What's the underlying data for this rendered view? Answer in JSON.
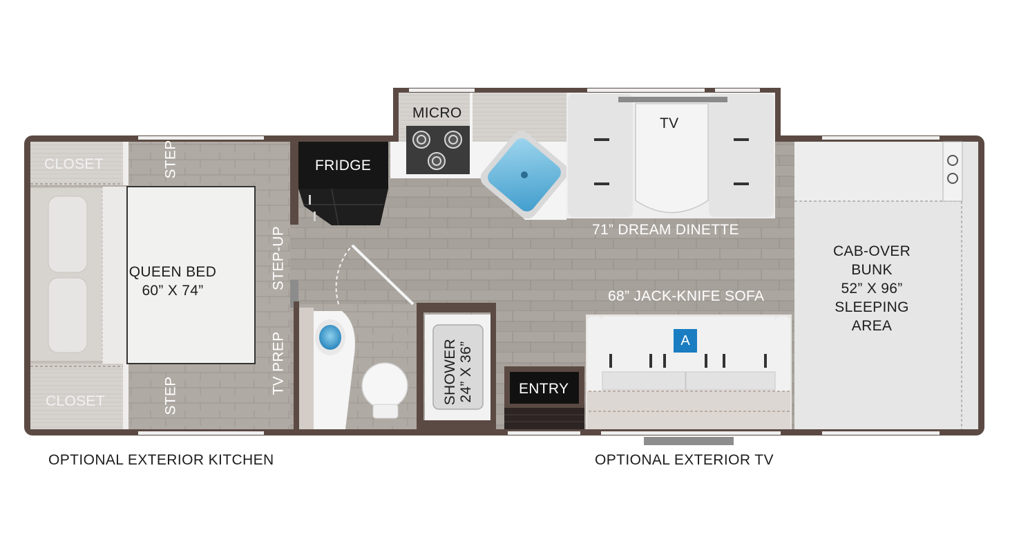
{
  "rooms": {
    "closet_top": "CLOSET",
    "closet_bottom": "CLOSET",
    "step_top": "STEP",
    "step_bottom": "STEP",
    "queen_bed_line1": "QUEEN BED",
    "queen_bed_line2": "60” X 74”",
    "step_up": "STEP-UP",
    "tv_prep": "TV PREP",
    "fridge": "FRIDGE",
    "micro": "MICRO",
    "tv": "TV",
    "dinette": "71” DREAM DINETTE",
    "sofa": "68” JACK-KNIFE SOFA",
    "sofa_badge": "A",
    "shower_line1": "SHOWER",
    "shower_line2": "24” X 36”",
    "entry": "ENTRY",
    "bunk_line1": "CAB-OVER",
    "bunk_line2": "BUNK",
    "bunk_line3": "52” X 96”",
    "bunk_line4": "SLEEPING",
    "bunk_line5": "AREA"
  },
  "captions": {
    "left": "OPTIONAL EXTERIOR KITCHEN",
    "right": "OPTIONAL EXTERIOR TV"
  },
  "colors": {
    "wall": "#5b4a43",
    "floor": "#a8a29c",
    "wood": "#c9c5c0",
    "badge": "#1a7dc2",
    "water": "#5fb4dc"
  }
}
